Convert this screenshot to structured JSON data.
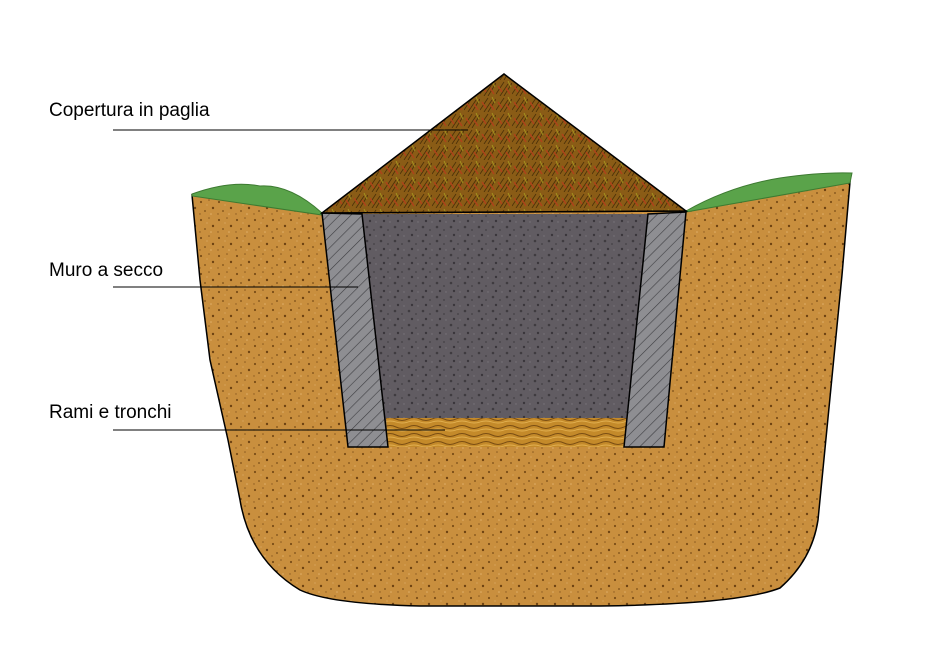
{
  "labels": {
    "roof": "Copertura in paglia",
    "wall": "Muro a secco",
    "branches": "Rami e tronchi"
  },
  "colors": {
    "soil": "#c98f3e",
    "soil_dark": "#7a4d17",
    "grass": "#5aa34a",
    "pit_interior": "#5f5a60",
    "stone_wall": "#8e8e92",
    "straw": "#8a5c16",
    "straw_accent": "#b0401a",
    "branches": "#c48a2a"
  }
}
